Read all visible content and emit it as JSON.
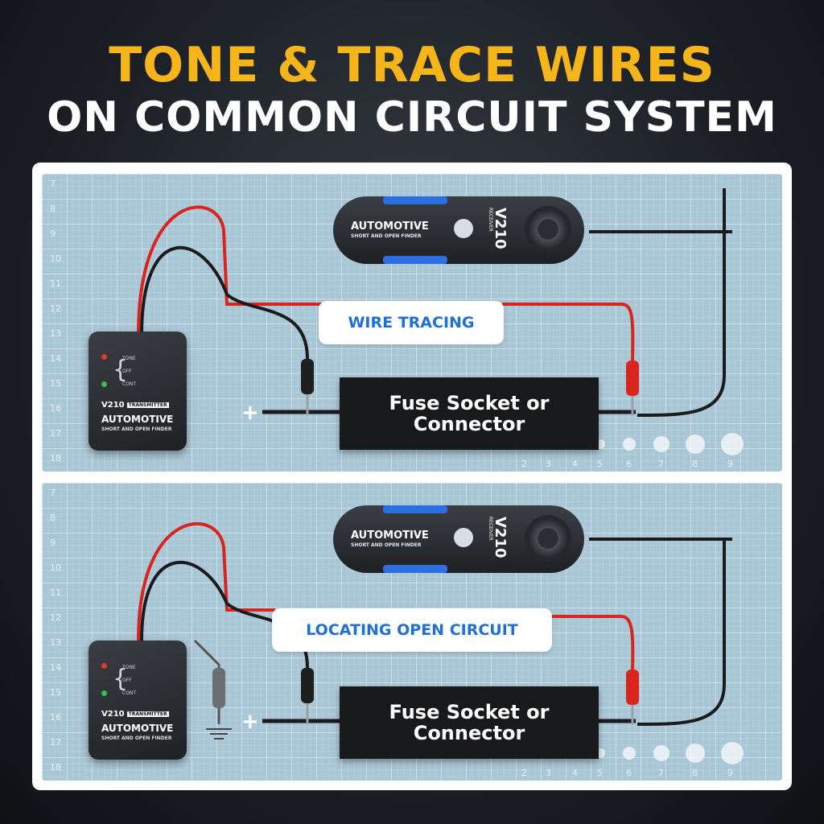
{
  "headline": {
    "line1": "TONE & TRACE WIRES",
    "line2": "ON COMMON CIRCUIT SYSTEM"
  },
  "panels": [
    {
      "label": "WIRE TRACING",
      "fuse_line1": "Fuse Socket or",
      "fuse_line2": "Connector",
      "plus": "+"
    },
    {
      "label": "LOCATING OPEN CIRCUIT",
      "fuse_line1": "Fuse Socket or",
      "fuse_line2": "Connector",
      "plus": "+"
    }
  ],
  "transmitter": {
    "switch_tone": "TONE",
    "switch_off": "OFF",
    "switch_cont": "CONT",
    "model": "V210",
    "badge": "TRANSMITTER",
    "title": "AUTOMOTIVE",
    "subtitle": "SHORT AND OPEN FINDER"
  },
  "receiver": {
    "title": "AUTOMOTIVE",
    "subtitle": "SHORT AND OPEN FINDER",
    "model": "V210",
    "badge": "RECEIVER"
  },
  "ruler_left": [
    "7",
    "8",
    "9",
    "10",
    "11",
    "12",
    "13",
    "14",
    "15",
    "16",
    "17",
    "18"
  ],
  "ruler_bottom": [
    "2",
    "3",
    "4",
    "5",
    "6",
    "7",
    "8",
    "9"
  ],
  "colors": {
    "accent_yellow": "#f7b51c",
    "label_blue": "#1f6fd6",
    "wire_red": "#d8261f",
    "wire_black": "#1b1b1b",
    "device_blue": "#2d6fe0"
  }
}
